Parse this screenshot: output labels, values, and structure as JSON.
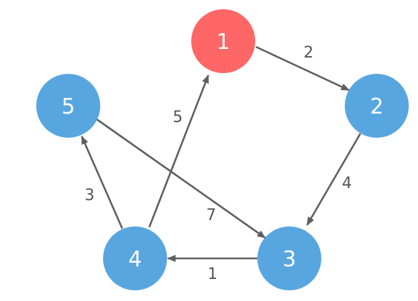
{
  "graph": {
    "colors": {
      "start_node": "#ff6666",
      "node": "#58a6e0",
      "edge": "#5f5f5f",
      "weight_text": "#555555",
      "node_text": "#ffffff"
    },
    "nodes": [
      {
        "id": "1",
        "label": "1",
        "highlighted": true
      },
      {
        "id": "2",
        "label": "2",
        "highlighted": false
      },
      {
        "id": "3",
        "label": "3",
        "highlighted": false
      },
      {
        "id": "4",
        "label": "4",
        "highlighted": false
      },
      {
        "id": "5",
        "label": "5",
        "highlighted": false
      }
    ],
    "edges": [
      {
        "from": "1",
        "to": "2",
        "weight": "2"
      },
      {
        "from": "2",
        "to": "3",
        "weight": "4"
      },
      {
        "from": "3",
        "to": "4",
        "weight": "1"
      },
      {
        "from": "4",
        "to": "5",
        "weight": "3"
      },
      {
        "from": "4",
        "to": "1",
        "weight": "5"
      },
      {
        "from": "5",
        "to": "3",
        "weight": "7"
      }
    ]
  }
}
